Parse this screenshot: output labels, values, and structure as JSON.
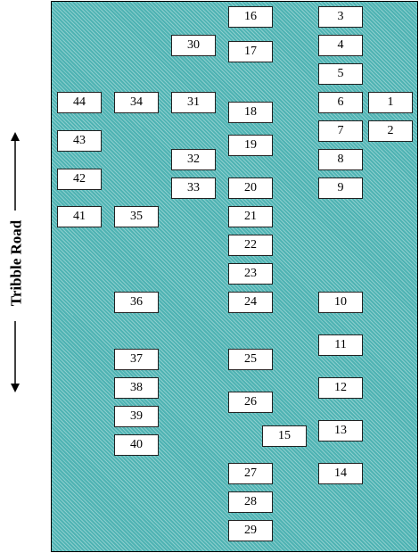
{
  "road": {
    "label": "Tribble Road"
  },
  "colors": {
    "map_fill": "#4fb3b3",
    "lot_fill": "#ffffff",
    "border": "#222222"
  },
  "lots": [
    "16",
    "3",
    "30",
    "17",
    "4",
    "5",
    "44",
    "34",
    "31",
    "18",
    "6",
    "1",
    "7",
    "2",
    "43",
    "19",
    "32",
    "8",
    "42",
    "33",
    "20",
    "9",
    "41",
    "35",
    "21",
    "22",
    "23",
    "36",
    "24",
    "10",
    "11",
    "37",
    "25",
    "38",
    "12",
    "39",
    "26",
    "13",
    "40",
    "15",
    "27",
    "14",
    "28",
    "29"
  ]
}
